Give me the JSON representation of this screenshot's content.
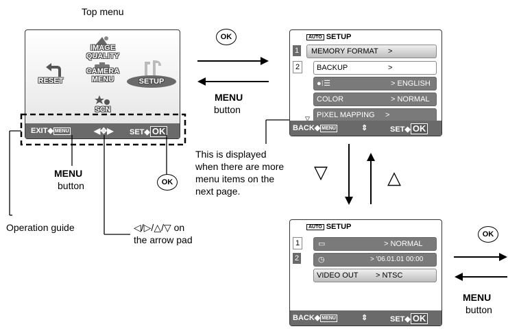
{
  "labels": {
    "top_menu": "Top menu",
    "menu_button_bold": "MENU",
    "menu_button_word": "button",
    "displayed_note": "This is displayed when there are more menu items on the next page.",
    "operation_guide": "Operation guide",
    "arrow_pad_line1": "◁/▷/△/▽ on",
    "arrow_pad_line2": "the arrow pad",
    "ok": "OK",
    "down_triangle": "▽",
    "up_triangle": "△"
  },
  "top_screen": {
    "items": [
      "IMAGE QUALITY",
      "RESET",
      "CAMERA MENU",
      "SETUP",
      "SCN"
    ],
    "guide": {
      "exit": "EXIT",
      "menu_tag": "MENU",
      "set": "SET",
      "ok": "OK"
    }
  },
  "setup_page1": {
    "header_tag": "AUTO",
    "header": "SETUP",
    "rows": [
      {
        "num": "1",
        "label": "MEMORY FORMAT",
        "value": ">"
      },
      {
        "num": "2",
        "label": "BACKUP",
        "value": ">"
      },
      {
        "num": "",
        "label": "",
        "value": "> ENGLISH"
      },
      {
        "num": "",
        "label": "COLOR",
        "value": "> NORMAL"
      },
      {
        "num": "",
        "label": "PIXEL MAPPING",
        "value": ">"
      }
    ],
    "guide": {
      "back": "BACK",
      "menu_tag": "MENU",
      "set": "SET",
      "ok": "OK"
    }
  },
  "setup_page2": {
    "header_tag": "AUTO",
    "header": "SETUP",
    "rows": [
      {
        "num": "1",
        "label": "",
        "value": "> NORMAL"
      },
      {
        "num": "2",
        "label": "",
        "value": "> '06.01.01 00:00"
      },
      {
        "num": "",
        "label": "VIDEO OUT",
        "value": "> NTSC"
      }
    ],
    "guide": {
      "back": "BACK",
      "menu_tag": "MENU",
      "set": "SET",
      "ok": "OK"
    }
  }
}
